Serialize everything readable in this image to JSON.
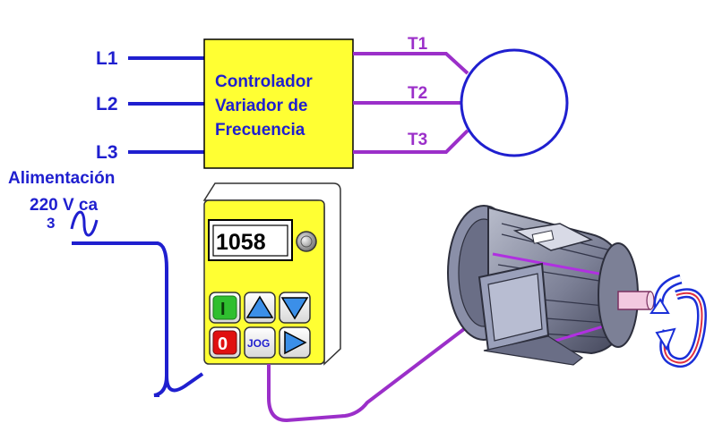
{
  "inputs": {
    "l1": "L1",
    "l2": "L2",
    "l3": "L3"
  },
  "outputs": {
    "t1": "T1",
    "t2": "T2",
    "t3": "T3"
  },
  "controller": {
    "line1": "Controlador",
    "line2": "Variador de",
    "line3": "Frecuencia"
  },
  "supply": {
    "label": "Alimentación",
    "voltage": "220 V ca",
    "phases": "3",
    "symbol": "~"
  },
  "keypad": {
    "display": "1058",
    "start_label": "I",
    "stop_label": "0",
    "jog_label": "JOG",
    "up_icon": "up-triangle-icon",
    "down_icon": "down-triangle-icon",
    "right_icon": "right-triangle-icon"
  },
  "colors": {
    "input_lines": "#1f1fcf",
    "output_lines": "#9b2fc9",
    "controller_fill": "#ffff33",
    "start_key": "#2fbf2f",
    "stop_key": "#e01010",
    "arrow_keys": "#3b8fe8"
  }
}
